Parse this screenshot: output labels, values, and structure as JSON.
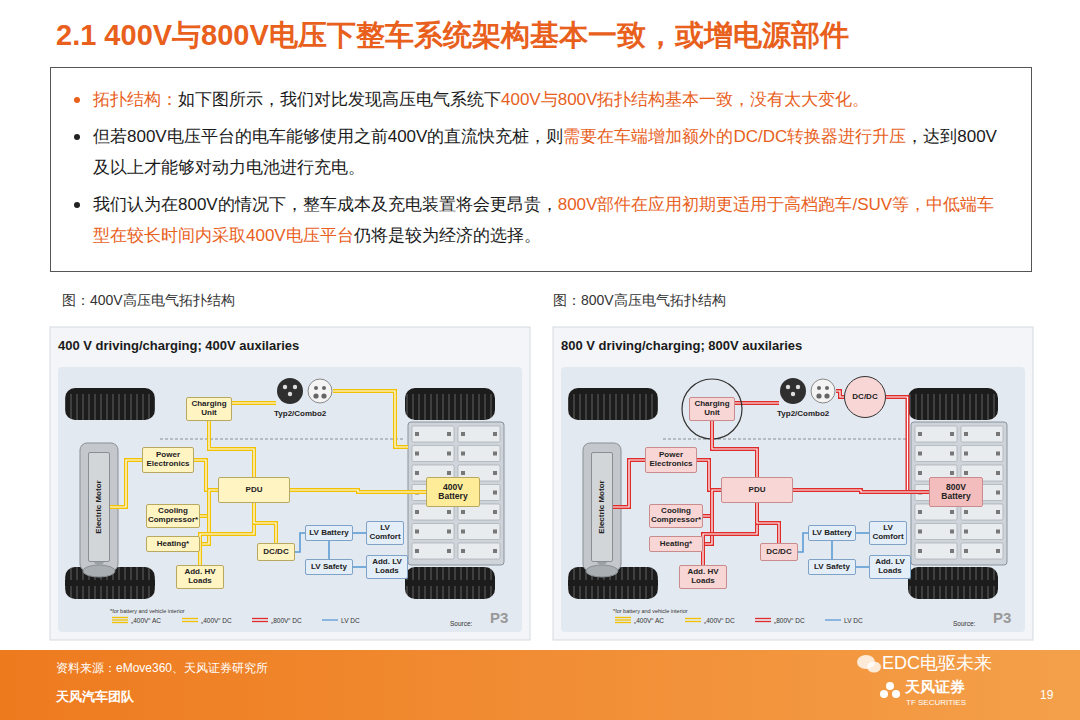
{
  "diagram": {
    "title": "2.1 400V与800V电压下整车系统架构基本一致，或增电源部件",
    "nodes": [
      {
        "text": [
          "拓扑结构：",
          "如下图所示，我们对比发现高压电气系统下",
          "400V与800V拓扑结构基本一致，没有太大变化。",
          "但若800V电压平台的电车能够使用之前400V的直流快充桩，则",
          "需要在车端增加额外的DC/DC转换器进行升压",
          "，达到800V及以上才能够对动力电池进行充电。",
          "我们认为在800V的情况下，整车成本及充电装置将会更昂贵，",
          "800V部件在应用初期更适用于高档跑车/SUV等，中低端车型在较长时间内采取400V电压平台",
          "仍将是较为经济的选择。"
        ]
      },
      {
        "text": [
          "400 V driving/charging; 400V auxilaries"
        ]
      },
      {
        "text": [
          "Charging Unit"
        ],
        "in": 1
      },
      {
        "text": [
          "Electric Motor"
        ],
        "in": 1
      },
      {
        "text": [
          "Power Electronics"
        ],
        "in": 1
      },
      {
        "text": [
          "PDU"
        ],
        "in": 1
      },
      {
        "text": [
          "400V Battery"
        ],
        "in": 1
      },
      {
        "text": [
          "Cooling Compressor*"
        ],
        "in": 1
      },
      {
        "text": [
          "Heating*"
        ],
        "in": 1
      },
      {
        "text": [
          "Add. HV Loads"
        ],
        "in": 1
      },
      {
        "text": [
          "DC/DC"
        ],
        "in": 1
      },
      {
        "text": [
          "LV Battery"
        ],
        "in": 1
      },
      {
        "text": [
          "LV Comfort"
        ],
        "in": 1
      },
      {
        "text": [
          "LV Safety"
        ],
        "in": 1
      },
      {
        "text": [
          "Add. LV Loads"
        ],
        "in": 1
      },
      {
        "text": [
          "800 V driving/charging; 800V auxilaries"
        ]
      },
      {
        "text": [
          "Charging Unit"
        ],
        "in": 15
      },
      {
        "text": [
          "DC/DC"
        ],
        "in": 15
      },
      {
        "text": [
          "Electric Motor"
        ],
        "in": 15
      },
      {
        "text": [
          "Power Electronics"
        ],
        "in": 15
      },
      {
        "text": [
          "PDU"
        ],
        "in": 15
      },
      {
        "text": [
          "800V Battery"
        ],
        "in": 15
      },
      {
        "text": [
          "Cooling Compressor*"
        ],
        "in": 15
      },
      {
        "text": [
          "Heating*"
        ],
        "in": 15
      },
      {
        "text": [
          "Add. HV Loads"
        ],
        "in": 15
      },
      {
        "text": [
          "DC/DC"
        ],
        "in": 15
      },
      {
        "text": [
          "LV Battery"
        ],
        "in": 15
      },
      {
        "text": [
          "LV Comfort"
        ],
        "in": 15
      },
      {
        "text": [
          "LV Safety"
        ],
        "in": 15
      },
      {
        "text": [
          "Add. LV Loads"
        ],
        "in": 15
      }
    ],
    "edges": [
      {
        "from": 2,
        "to": 5,
        "arrow": "none"
      },
      {
        "from": 4,
        "to": 3,
        "arrow": "none"
      },
      {
        "from": 4,
        "to": 5,
        "arrow": "none"
      },
      {
        "from": 5,
        "to": 6,
        "arrow": "none"
      },
      {
        "from": 5,
        "to": 7,
        "arrow": "none"
      },
      {
        "from": 5,
        "to": 8,
        "arrow": "none"
      },
      {
        "from": 5,
        "to": 9,
        "arrow": "none"
      },
      {
        "from": 5,
        "to": 10,
        "arrow": "none"
      },
      {
        "from": 10,
        "to": 11,
        "arrow": "none"
      },
      {
        "from": 11,
        "to": 12,
        "arrow": "none"
      },
      {
        "from": 11,
        "to": 13,
        "arrow": "none"
      },
      {
        "from": 13,
        "to": 14,
        "arrow": "none"
      },
      {
        "from": 16,
        "to": 20,
        "arrow": "none"
      },
      {
        "from": 17,
        "to": 21,
        "arrow": "none"
      },
      {
        "from": 19,
        "to": 18,
        "arrow": "none"
      },
      {
        "from": 19,
        "to": 20,
        "arrow": "none"
      },
      {
        "from": 20,
        "to": 21,
        "arrow": "none"
      },
      {
        "from": 20,
        "to": 22,
        "arrow": "none"
      },
      {
        "from": 20,
        "to": 23,
        "arrow": "none"
      },
      {
        "from": 20,
        "to": 24,
        "arrow": "none"
      },
      {
        "from": 20,
        "to": 25,
        "arrow": "none"
      },
      {
        "from": 25,
        "to": 26,
        "arrow": "none"
      },
      {
        "from": 26,
        "to": 27,
        "arrow": "none"
      },
      {
        "from": 26,
        "to": 28,
        "arrow": "none"
      },
      {
        "from": 28,
        "to": 29,
        "arrow": "none"
      }
    ],
    "labels": [
      "图：400V高压电气拓扑结构",
      "图：800V高压电气拓扑结构",
      "Typ2/Combo2",
      "*for battery and vehicle interior",
      "Source:",
      "P3",
      "Typ2/Combo2",
      "*for battery and vehicle interior",
      "Source:",
      "P3",
      "资料来源：eMove360、天风证券研究所",
      "天风汽车团队",
      "EDC电驱未来",
      "天风证券",
      "TF SECURITIES",
      "19"
    ],
    "legend": [
      {
        "text": "„400V“ AC"
      },
      {
        "text": "„400V“ DC"
      },
      {
        "text": "„800V“ DC"
      },
      {
        "text": "LV DC"
      },
      {
        "text": "„400V“ AC"
      },
      {
        "text": "„400V“ DC"
      },
      {
        "text": "„800V“ DC"
      },
      {
        "text": "LV DC"
      }
    ]
  }
}
